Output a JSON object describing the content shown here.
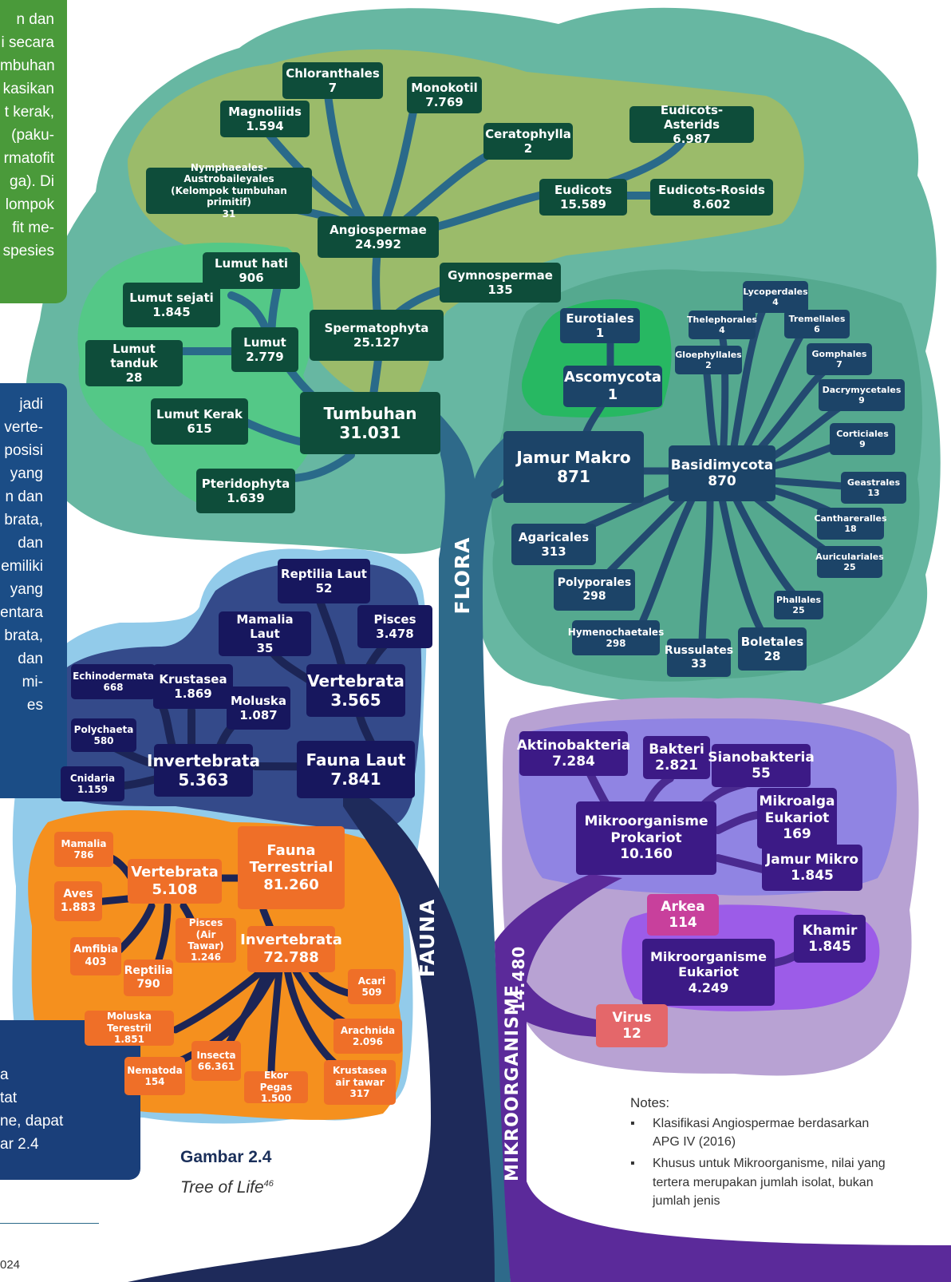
{
  "left_panels": {
    "green_lines": [
      "n  dan",
      "i secara",
      "mbuhan",
      "kasikan",
      "t kerak,",
      "(paku-",
      "rmatofit",
      "ga). Di",
      "lompok",
      "fit me-",
      "spesies"
    ],
    "blue_lines": [
      "jadi",
      "verte-",
      "posisi",
      "yang",
      "n dan",
      "brata,",
      "dan",
      "emiliki",
      "yang",
      "entara",
      "brata,",
      "dan",
      "mi-",
      "es"
    ],
    "bottom_lines": [
      "a",
      "tat",
      "ne, dapat",
      "ar 2.4"
    ],
    "page_number": "024"
  },
  "caption": {
    "title": "Gambar 2.4",
    "subtitle": "Tree of Life",
    "superscript": "46"
  },
  "notes": {
    "heading": "Notes:",
    "items": [
      "Klasifikasi Angiospermae berdasarkan APG IV (2016)",
      "Khusus untuk Mikroorganisme, nilai yang tertera merupakan jumlah isolat, bukan jumlah jenis"
    ]
  },
  "trunk_labels": {
    "flora": "FLORA",
    "fauna": "FAUNA",
    "mikro": "MIKROORGANISME",
    "mikro_count": "14.480"
  },
  "flora": {
    "tumbuhan": {
      "name": "Tumbuhan",
      "count": "31.031"
    },
    "angiospermae": {
      "name": "Angiospermae",
      "count": "24.992"
    },
    "spermatophyta": {
      "name": "Spermatophyta",
      "count": "25.127"
    },
    "gymnospermae": {
      "name": "Gymnospermae",
      "count": "135"
    },
    "chloranthales": {
      "name": "Chloranthales",
      "count": "7"
    },
    "magnoliids": {
      "name": "Magnoliids",
      "count": "1.594"
    },
    "monokotil": {
      "name": "Monokotil",
      "count": "7.769"
    },
    "ceratophylla": {
      "name": "Ceratophylla",
      "count": "2"
    },
    "nymphaeales": {
      "name": "Nymphaeales-Austrobaileyales",
      "note": "(Kelompok tumbuhan primitif)",
      "count": "31"
    },
    "eudicots": {
      "name": "Eudicots",
      "count": "15.589"
    },
    "eudicots_asterids": {
      "name": "Eudicots-Asterids",
      "count": "6.987"
    },
    "eudicots_rosids": {
      "name": "Eudicots-Rosids",
      "count": "8.602"
    },
    "lumut": {
      "name": "Lumut",
      "count": "2.779"
    },
    "lumut_hati": {
      "name": "Lumut hati",
      "count": "906"
    },
    "lumut_sejati": {
      "name": "Lumut sejati",
      "count": "1.845"
    },
    "lumut_tanduk": {
      "name": "Lumut tanduk",
      "count": "28"
    },
    "lumut_kerak": {
      "name": "Lumut Kerak",
      "count": "615"
    },
    "pteridophyta": {
      "name": "Pteridophyta",
      "count": "1.639"
    }
  },
  "fungi": {
    "jamur_makro": {
      "name": "Jamur Makro",
      "count": "871"
    },
    "ascomycota": {
      "name": "Ascomycota",
      "count": "1"
    },
    "eurotiales": {
      "name": "Eurotiales",
      "count": "1"
    },
    "basidimycota": {
      "name": "Basidimycota",
      "count": "870"
    },
    "lycoperdales": {
      "name": "Lycoperdales",
      "count": "4"
    },
    "thelephorales": {
      "name": "Thelephorales",
      "count": "4"
    },
    "tremellales": {
      "name": "Tremellales",
      "count": "6"
    },
    "gloephyllales": {
      "name": "Gloephyllales",
      "count": "2"
    },
    "gomphales": {
      "name": "Gomphales",
      "count": "7"
    },
    "dacrymycetales": {
      "name": "Dacrymycetales",
      "count": "9"
    },
    "corticiales": {
      "name": "Corticiales",
      "count": "9"
    },
    "geastrales": {
      "name": "Geastrales",
      "count": "13"
    },
    "canthareralles": {
      "name": "Canthareralles",
      "count": "18"
    },
    "auriculariales": {
      "name": "Auriculariales",
      "count": "25"
    },
    "phallales": {
      "name": "Phallales",
      "count": "25"
    },
    "boletales": {
      "name": "Boletales",
      "count": "28"
    },
    "russulates": {
      "name": "Russulates",
      "count": "33"
    },
    "hymenochaetales": {
      "name": "Hymenochaetales",
      "count": "298"
    },
    "polyporales": {
      "name": "Polyporales",
      "count": "298"
    },
    "agaricales": {
      "name": "Agaricales",
      "count": "313"
    }
  },
  "fauna_laut": {
    "fauna_laut": {
      "name": "Fauna Laut",
      "count": "7.841"
    },
    "vertebrata": {
      "name": "Vertebrata",
      "count": "3.565"
    },
    "invertebrata": {
      "name": "Invertebrata",
      "count": "5.363"
    },
    "reptilia_laut": {
      "name": "Reptilia Laut",
      "count": "52"
    },
    "mamalia_laut": {
      "name": "Mamalia Laut",
      "count": "35"
    },
    "pisces": {
      "name": "Pisces",
      "count": "3.478"
    },
    "echinodermata": {
      "name": "Echinodermata",
      "count": "668"
    },
    "krustasea": {
      "name": "Krustasea",
      "count": "1.869"
    },
    "moluska": {
      "name": "Moluska",
      "count": "1.087"
    },
    "polychaeta": {
      "name": "Polychaeta",
      "count": "580"
    },
    "cnidaria": {
      "name": "Cnidaria",
      "count": "1.159"
    }
  },
  "fauna_terrestrial": {
    "fauna_terrestrial": {
      "name": "Fauna Terrestrial",
      "count": "81.260"
    },
    "vertebrata": {
      "name": "Vertebrata",
      "count": "5.108"
    },
    "invertebrata": {
      "name": "Invertebrata",
      "count": "72.788"
    },
    "mamalia": {
      "name": "Mamalia",
      "count": "786"
    },
    "aves": {
      "name": "Aves",
      "count": "1.883"
    },
    "amfibia": {
      "name": "Amfibia",
      "count": "403"
    },
    "reptilia": {
      "name": "Reptilia",
      "count": "790"
    },
    "pisces_air_tawar": {
      "name": "Pisces (Air Tawar)",
      "count": "1.246"
    },
    "acari": {
      "name": "Acari",
      "count": "509"
    },
    "arachnida": {
      "name": "Arachnida",
      "count": "2.096"
    },
    "krustasea_air_tawar": {
      "name": "Krustasea air tawar",
      "count": "317"
    },
    "ekor_pegas": {
      "name": "Ekor Pegas",
      "count": "1.500"
    },
    "insecta": {
      "name": "Insecta",
      "count": "66.361"
    },
    "nematoda": {
      "name": "Nematoda",
      "count": "154"
    },
    "moluska_terestril": {
      "name": "Moluska Terestril",
      "count": "1.851"
    }
  },
  "mikro": {
    "prokariot": {
      "name": "Mikroorganisme Prokariot",
      "count": "10.160"
    },
    "aktinobakteria": {
      "name": "Aktinobakteria",
      "count": "7.284"
    },
    "bakteri": {
      "name": "Bakteri",
      "count": "2.821"
    },
    "sianobakteria": {
      "name": "Sianobakteria",
      "count": "55"
    },
    "mikroalga": {
      "name": "Mikroalga Eukariot",
      "count": "169"
    },
    "jamur_mikro": {
      "name": "Jamur Mikro",
      "count": "1.845"
    },
    "arkea": {
      "name": "Arkea",
      "count": "114"
    },
    "eukariot": {
      "name": "Mikroorganisme Eukariot",
      "count": "4.249"
    },
    "khamir": {
      "name": "Khamir",
      "count": "1.845"
    },
    "virus": {
      "name": "Virus",
      "count": "12"
    }
  }
}
